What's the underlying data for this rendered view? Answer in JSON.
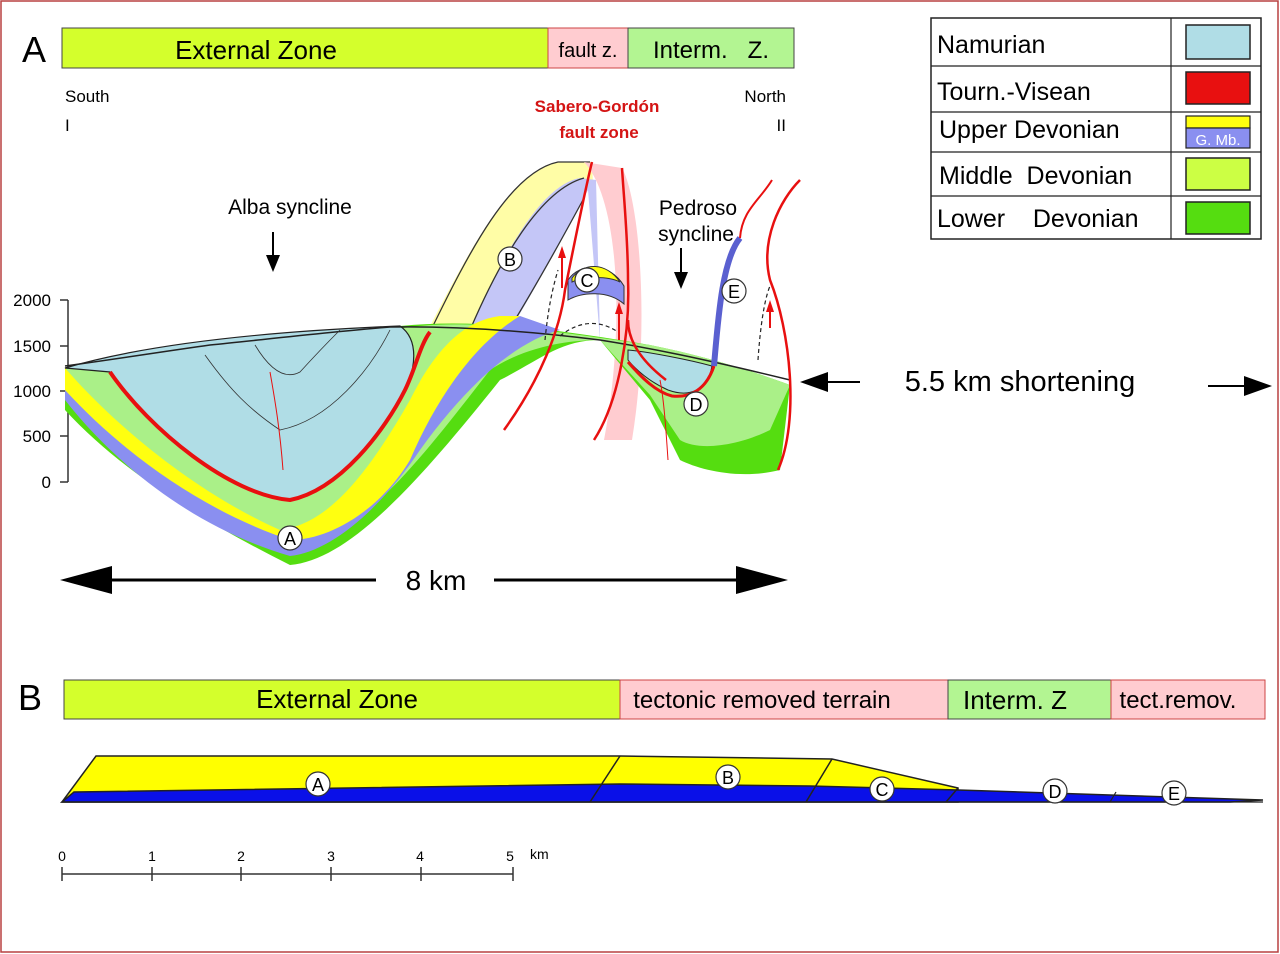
{
  "colors": {
    "namurian": "#b0dde6",
    "tourn_visean": "#e8101a",
    "upper_devonian_yellow": "#ffff10",
    "upper_devonian_blue": "#8a8ff0",
    "middle_devonian": "#ccff44",
    "lower_devonian": "#55dd10",
    "lower_devonian_light": "#aaf088",
    "external_zone": "#d4ff2c",
    "fault_zone": "#ffccd0",
    "intermediate_zone": "#b3f592",
    "fault_line": "#e81010",
    "section_b_yellow": "#ffff00",
    "section_b_blue": "#0a10e8",
    "frame_border": "#b84040"
  },
  "section_a": {
    "letter": "A",
    "zones": {
      "external": "External Zone",
      "fault": "fault z.",
      "intermediate": "Interm.   Z."
    },
    "south_label": "South",
    "south_marker": "I",
    "north_label": "North",
    "north_marker": "II",
    "fault_zone_name_line1": "Sabero-Gordón",
    "fault_zone_name_line2": "fault zone",
    "alba_syncline": "Alba syncline",
    "pedroso_line1": "Pedroso",
    "pedroso_line2": "syncline",
    "elevation_ticks": [
      "2000",
      "1500",
      "1000",
      "500",
      "0"
    ],
    "markers": [
      "A",
      "B",
      "C",
      "D",
      "E"
    ],
    "width_label": "8 km",
    "shortening_label": "5.5 km shortening"
  },
  "legend": {
    "items": [
      {
        "label": "Namurian",
        "key": "namurian"
      },
      {
        "label": "Tourn.-Visean",
        "key": "tourn_visean"
      },
      {
        "label": "Upper Devonian",
        "key": "upper_devonian",
        "swatch_text": "G. Mb."
      },
      {
        "label": "Middle  Devonian",
        "key": "middle_devonian"
      },
      {
        "label": "Lower    Devonian",
        "key": "lower_devonian"
      }
    ]
  },
  "section_b": {
    "letter": "B",
    "zones": {
      "external": "External Zone",
      "removed": "tectonic removed terrain",
      "intermediate": "Interm. Z",
      "removed_short": "tect.remov."
    },
    "markers": [
      "A",
      "B",
      "C",
      "D",
      "E"
    ],
    "scale_ticks": [
      "0",
      "1",
      "2",
      "3",
      "4",
      "5"
    ],
    "scale_unit": "km"
  }
}
